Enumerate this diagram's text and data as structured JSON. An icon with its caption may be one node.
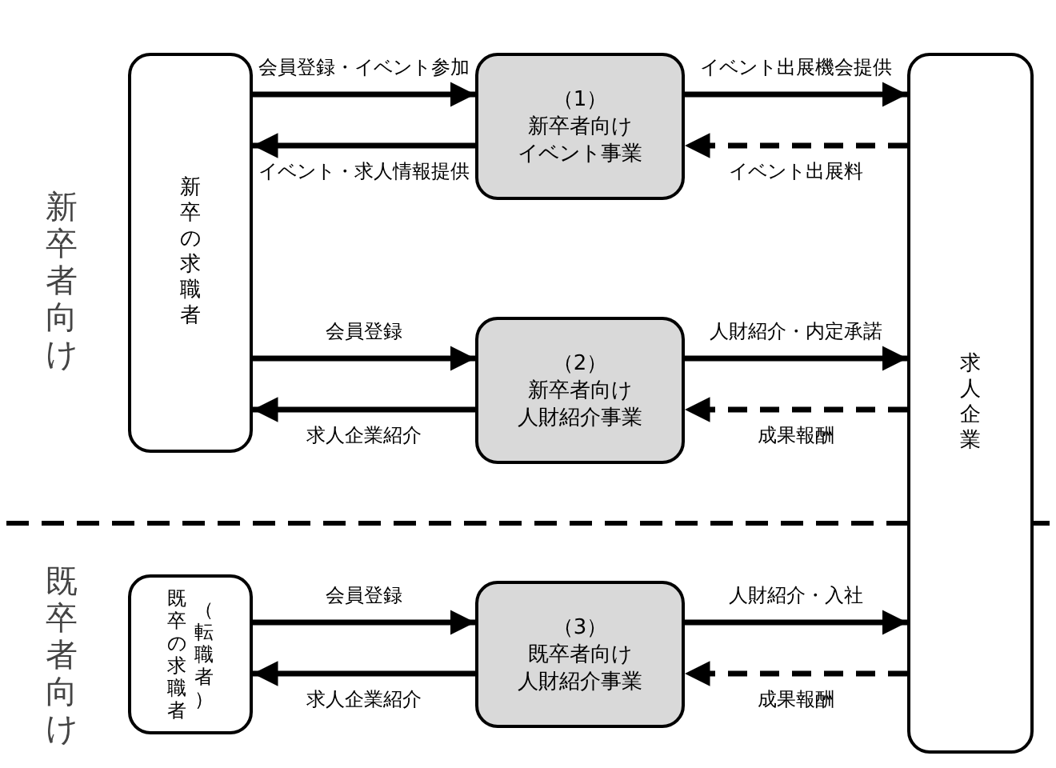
{
  "diagram": {
    "nodes": [
      {
        "text": [
          "新卒の求職者"
        ]
      },
      {
        "text": [
          "（1）",
          "新卒者向け",
          "イベント事業"
        ]
      },
      {
        "text": [
          "（2）",
          "新卒者向け",
          "人財紹介事業"
        ]
      },
      {
        "text": [
          "求人企業"
        ]
      },
      {
        "text": [
          "既卒の求職者",
          "（転職者）"
        ]
      },
      {
        "text": [
          "（3）",
          "既卒者向け",
          "人財紹介事業"
        ]
      }
    ],
    "edges": [
      {
        "from": 0,
        "to": 1,
        "arrow": "to",
        "label": "会員登録・イベント参加"
      },
      {
        "from": 1,
        "to": 0,
        "arrow": "to",
        "label": "イベント・求人情報提供"
      },
      {
        "from": 1,
        "to": 3,
        "arrow": "to",
        "label": "イベント出展機会提供"
      },
      {
        "from": 3,
        "to": 1,
        "arrow": "to",
        "label": "イベント出展料",
        "style": "dashed"
      },
      {
        "from": 0,
        "to": 2,
        "arrow": "to",
        "label": "会員登録"
      },
      {
        "from": 2,
        "to": 0,
        "arrow": "to",
        "label": "求人企業紹介"
      },
      {
        "from": 2,
        "to": 3,
        "arrow": "to",
        "label": "人財紹介・内定承諾"
      },
      {
        "from": 3,
        "to": 2,
        "arrow": "to",
        "label": "成果報酬",
        "style": "dashed"
      },
      {
        "from": 4,
        "to": 5,
        "arrow": "to",
        "label": "会員登録"
      },
      {
        "from": 5,
        "to": 4,
        "arrow": "to",
        "label": "求人企業紹介"
      },
      {
        "from": 5,
        "to": 3,
        "arrow": "to",
        "label": "人財紹介・入社"
      },
      {
        "from": 3,
        "to": 5,
        "arrow": "to",
        "label": "成果報酬",
        "style": "dashed"
      }
    ],
    "labels": [
      "新卒者向け",
      "既卒者向け"
    ]
  }
}
